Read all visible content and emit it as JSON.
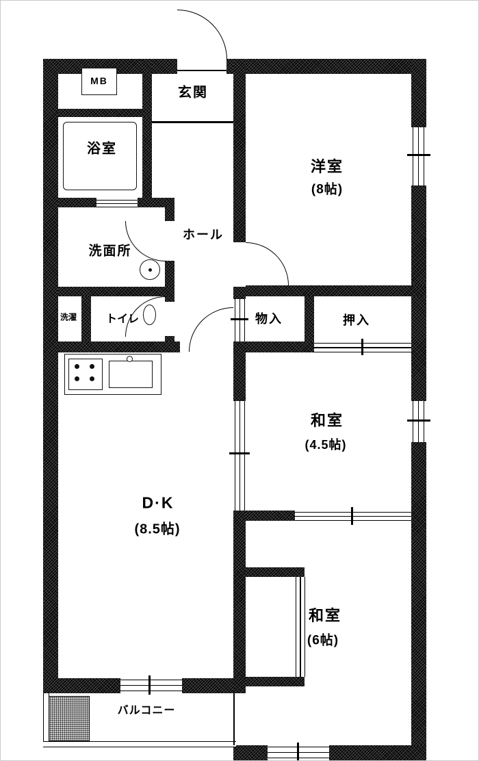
{
  "colors": {
    "wall": "#000000",
    "background": "#ffffff"
  },
  "rooms": {
    "mb": {
      "label": "MB"
    },
    "genkan": {
      "label": "玄関"
    },
    "bathroom": {
      "label": "浴室"
    },
    "western_room": {
      "label": "洋室",
      "size": "(8帖)"
    },
    "washroom": {
      "label": "洗面所"
    },
    "hall": {
      "label": "ホール"
    },
    "laundry": {
      "label": "洗濯"
    },
    "toilet": {
      "label": "トイレ"
    },
    "storage": {
      "label": "物入"
    },
    "closet": {
      "label": "押入"
    },
    "japanese_room_4_5": {
      "label": "和室",
      "size": "(4.5帖)"
    },
    "dining_kitchen": {
      "label": "D·K",
      "size": "(8.5帖)"
    },
    "japanese_room_6": {
      "label": "和室",
      "size": "(6帖)"
    },
    "balcony": {
      "label": "バルコニー"
    }
  }
}
